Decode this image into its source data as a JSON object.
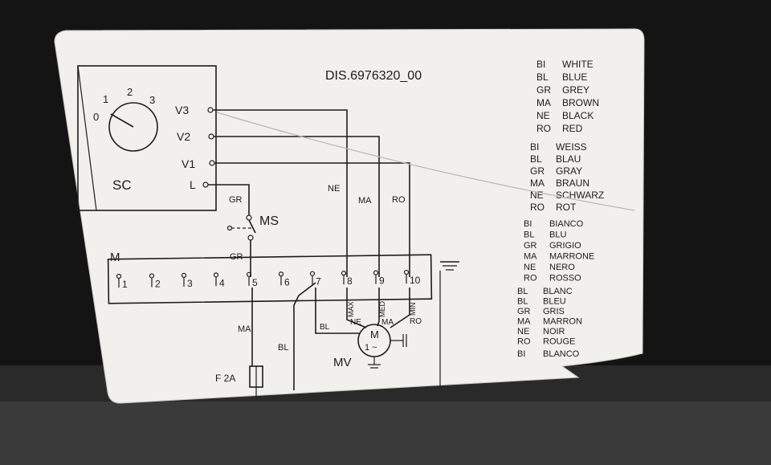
{
  "drawing_number": "DIS.6976320_00",
  "switch": {
    "label": "SC",
    "positions": [
      "0",
      "1",
      "2",
      "3"
    ],
    "terminals": [
      "V3",
      "V2",
      "V1",
      "L"
    ]
  },
  "microswitch": {
    "label": "MS"
  },
  "terminal_block": {
    "label": "M",
    "terminals": [
      "1",
      "2",
      "3",
      "4",
      "5",
      "6",
      "7",
      "8",
      "9",
      "10"
    ]
  },
  "motor": {
    "label": "M",
    "phase": "1 ~",
    "name": "MV",
    "speed_labels": [
      "MAX",
      "MED",
      "MIN"
    ]
  },
  "fuse": {
    "label": "F 2A"
  },
  "wire_labels": {
    "ne": "NE",
    "ma": "MA",
    "ro": "RO",
    "gr_top": "GR",
    "gr_bottom": "GR",
    "bl": "BL",
    "motor_bl": "BL",
    "motor_ne": "NE",
    "motor_ma": "MA",
    "motor_ro": "RO",
    "left_ma": "MA",
    "left_bl": "BL"
  },
  "legend": [
    {
      "code": "BI",
      "name": "WHITE"
    },
    {
      "code": "BL",
      "name": "BLUE"
    },
    {
      "code": "GR",
      "name": "GREY"
    },
    {
      "code": "MA",
      "name": "BROWN"
    },
    {
      "code": "NE",
      "name": "BLACK"
    },
    {
      "code": "RO",
      "name": "RED"
    },
    {
      "code": "BI",
      "name": "WEISS"
    },
    {
      "code": "BL",
      "name": "BLAU"
    },
    {
      "code": "GR",
      "name": "GRAY"
    },
    {
      "code": "MA",
      "name": "BRAUN"
    },
    {
      "code": "NE",
      "name": "SCHWARZ"
    },
    {
      "code": "RO",
      "name": "ROT"
    },
    {
      "code": "BI",
      "name": "BIANCO"
    },
    {
      "code": "BL",
      "name": "BLU"
    },
    {
      "code": "GR",
      "name": "GRIGIO"
    },
    {
      "code": "MA",
      "name": "MARRONE"
    },
    {
      "code": "NE",
      "name": "NERO"
    },
    {
      "code": "RO",
      "name": "ROSSO"
    },
    {
      "code": "BL",
      "name": "BLANC"
    },
    {
      "code": "BL",
      "name": "BLEU"
    },
    {
      "code": "GR",
      "name": "GRIS"
    },
    {
      "code": "MA",
      "name": "MARRON"
    },
    {
      "code": "NE",
      "name": "NOIR"
    },
    {
      "code": "RO",
      "name": "ROUGE"
    },
    {
      "code": "BI",
      "name": "BLANCO"
    }
  ],
  "colors": {
    "label_bg": "#f1f0ec",
    "ink": "#1c1c1c",
    "background": "#151515"
  }
}
